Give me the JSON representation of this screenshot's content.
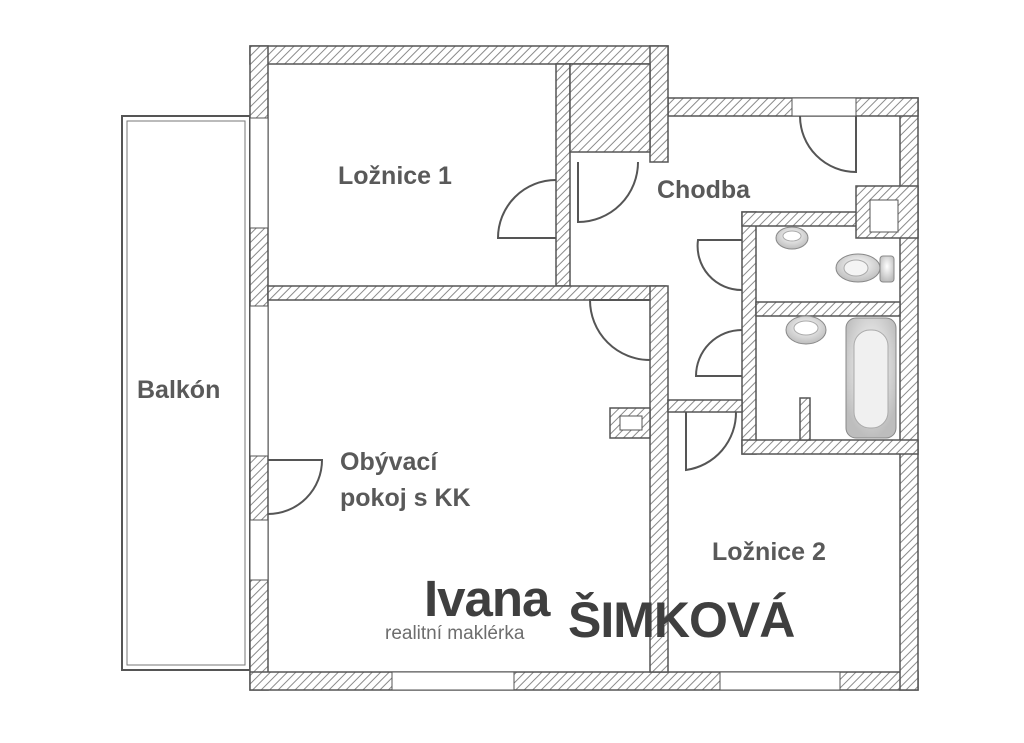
{
  "rooms": {
    "loznice1": "Ložnice 1",
    "chodba": "Chodba",
    "balkon": "Balkón",
    "obyvaci_line1": "Obývací",
    "obyvaci_line2": "pokoj s KK",
    "loznice2": "Ložnice 2"
  },
  "brand": {
    "first_name": "Ivana",
    "last_name": "ŠIMKOVÁ",
    "subtitle": "realitní maklérka"
  },
  "colors": {
    "wall_outline": "#555555",
    "wall_hatch": "#8a8a8a",
    "label_text": "#595959",
    "brand_text": "#3f3f3f"
  }
}
